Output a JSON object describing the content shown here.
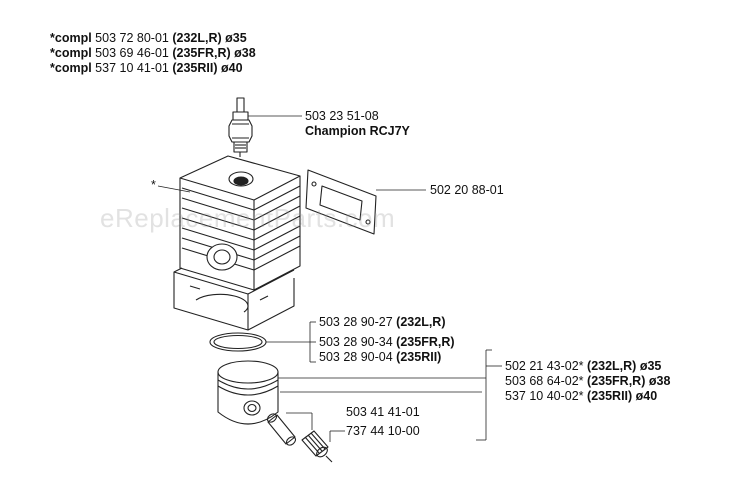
{
  "header": [
    {
      "prefix": "*compl",
      "number": "503 72 80-01",
      "model": "(232L,R)",
      "size": "ø35"
    },
    {
      "prefix": "*compl",
      "number": "503 69 46-01",
      "model": "(235FR,R)",
      "size": "ø38"
    },
    {
      "prefix": "*compl",
      "number": "537 10 41-01",
      "model": "(235RII)",
      "size": "ø40"
    }
  ],
  "asterisk_marker": "*",
  "spark_plug": {
    "number": "503 23 51-08",
    "name": "Champion RCJ7Y"
  },
  "gasket": {
    "number": "502 20 88-01"
  },
  "ring_group": [
    {
      "number": "503 28 90-27",
      "model": "(232L,R)"
    },
    {
      "number": "503 28 90-34",
      "model": "(235FR,R)"
    },
    {
      "number": "503 28 90-04",
      "model": "(235RII)"
    }
  ],
  "piston_group": [
    {
      "number": "502 21 43-02*",
      "model": "(232L,R)",
      "size": "ø35"
    },
    {
      "number": "503 68 64-02*",
      "model": "(235FR,R)",
      "size": "ø38"
    },
    {
      "number": "537 10 40-02*",
      "model": "(235RII)",
      "size": "ø40"
    }
  ],
  "pin": {
    "number": "503 41 41-01"
  },
  "bearing": {
    "number": "737 44 10-00"
  },
  "watermark": "eReplacementParts.com"
}
